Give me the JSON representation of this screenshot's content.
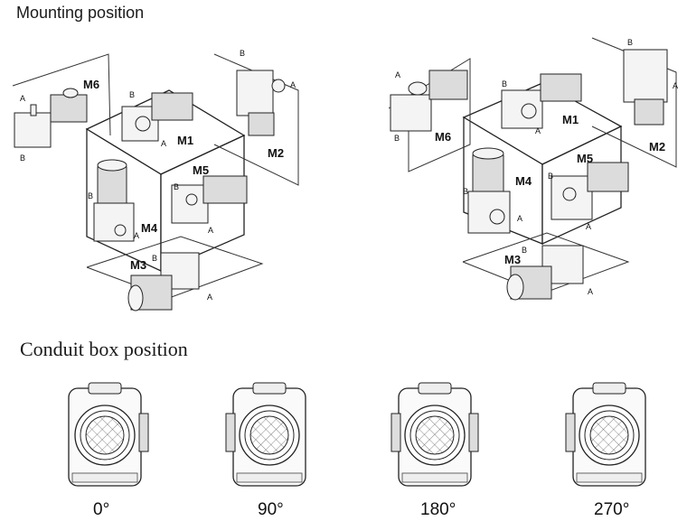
{
  "sections": {
    "mounting_title": "Mounting position",
    "conduit_title": "Conduit box position"
  },
  "mounting_labels": [
    "M1",
    "M2",
    "M3",
    "M4",
    "M5",
    "M6"
  ],
  "shaft_labels": {
    "a": "A",
    "b": "B"
  },
  "conduit_angles": [
    "0°",
    "90°",
    "180°",
    "270°"
  ]
}
